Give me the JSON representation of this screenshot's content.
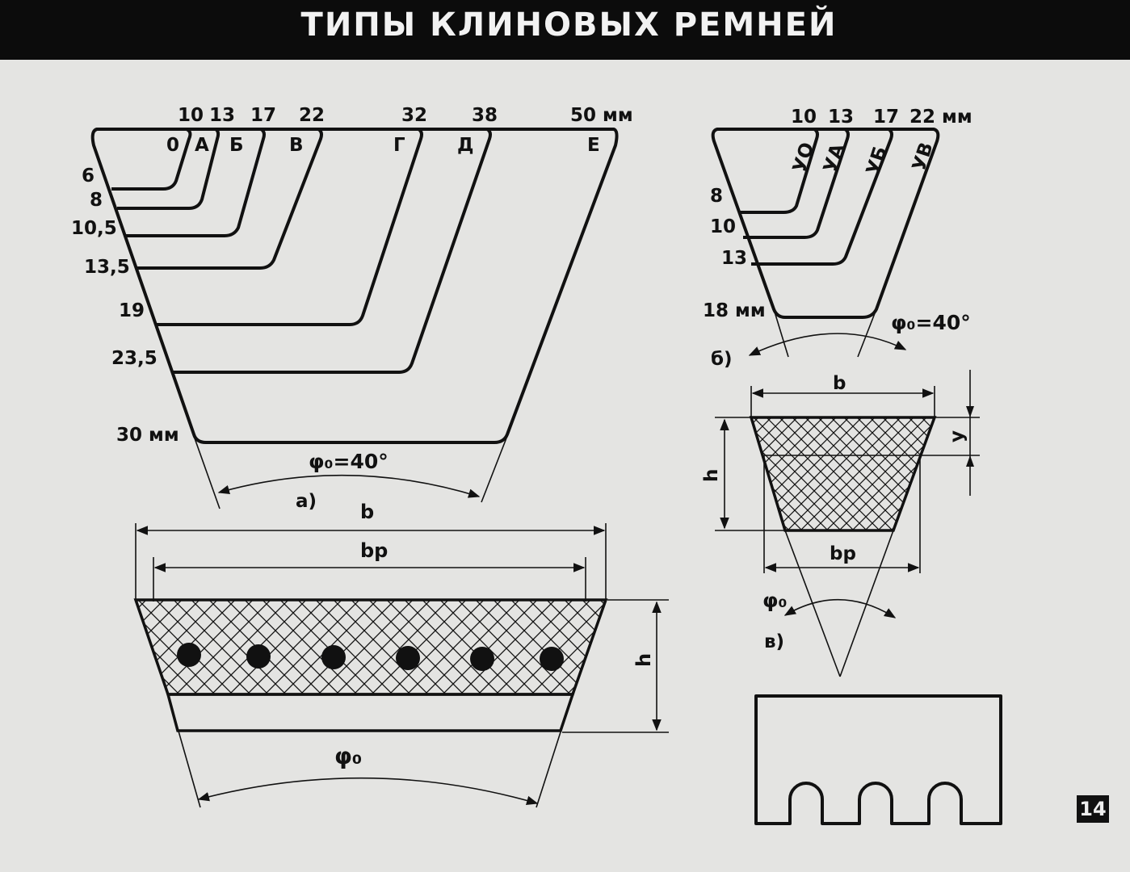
{
  "title": "ТИПЫ КЛИНОВЫХ РЕМНЕЙ",
  "page_number": "14",
  "diagram_a": {
    "label": "а)",
    "widths": [
      "10",
      "13",
      "17",
      "22",
      "32",
      "38",
      "50 мм"
    ],
    "types": [
      "0",
      "А",
      "Б",
      "В",
      "Г",
      "Д",
      "Е"
    ],
    "heights": [
      "6",
      "8",
      "10,5",
      "13,5",
      "19",
      "23,5",
      "30 мм"
    ],
    "angle": "φ₀=40°"
  },
  "diagram_b": {
    "label": "б)",
    "widths": [
      "10",
      "13",
      "17",
      "22 мм"
    ],
    "types": [
      "УО",
      "УА",
      "УБ",
      "УВ"
    ],
    "heights": [
      "8",
      "10",
      "13",
      "18 мм"
    ],
    "angle": "φ₀=40°"
  },
  "diagram_v": {
    "label": "в)",
    "b": "b",
    "bp": "bp",
    "h": "h",
    "y": "y",
    "angle": "φ₀"
  },
  "section_wide": {
    "b": "b",
    "bp": "bp",
    "h": "h",
    "angle": "φ₀"
  },
  "colors": {
    "ink": "#111111",
    "paper": "#e4e4e2",
    "title_bar": "#0c0c0c"
  }
}
